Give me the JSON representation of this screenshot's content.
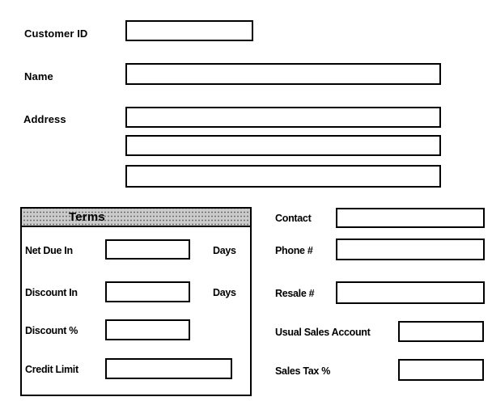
{
  "colors": {
    "background": "#ffffff",
    "border": "#000000",
    "text": "#000000",
    "terms_header_bg": "#cbcbcb",
    "terms_header_dots": "#6e6e6e"
  },
  "customer_section": {
    "customer_id_label": "Customer ID",
    "name_label": "Name",
    "address_label": "Address"
  },
  "terms_group": {
    "title": "Terms",
    "rows": [
      {
        "label": "Net Due In",
        "suffix": "Days"
      },
      {
        "label": "Discount In",
        "suffix": "Days"
      },
      {
        "label": "Discount %",
        "suffix": ""
      },
      {
        "label": "Credit Limit",
        "suffix": ""
      }
    ]
  },
  "contact_section": {
    "contact_label": "Contact",
    "phone_label": "Phone #",
    "resale_label": "Resale #",
    "usual_sales_account_label": "Usual Sales Account",
    "sales_tax_label": "Sales Tax %"
  },
  "input_values": {
    "customer_id": "",
    "name": "",
    "address_line_1": "",
    "address_line_2": "",
    "address_line_3": "",
    "net_due_in": "",
    "discount_in": "",
    "discount_percent": "",
    "credit_limit": "",
    "contact": "",
    "phone": "",
    "resale": "",
    "usual_sales_account": "",
    "sales_tax_percent": ""
  }
}
